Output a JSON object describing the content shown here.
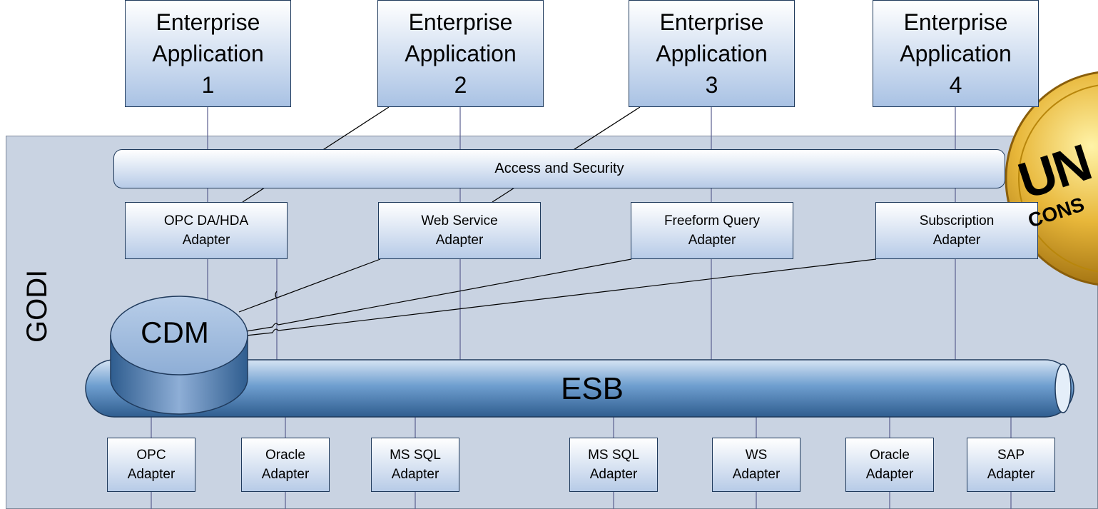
{
  "godi_label": "GODI",
  "enterprise_apps": [
    {
      "label": "Enterprise\nApplication\n1"
    },
    {
      "label": "Enterprise\nApplication\n2"
    },
    {
      "label": "Enterprise\nApplication\n3"
    },
    {
      "label": "Enterprise\nApplication\n4"
    }
  ],
  "access_security_label": "Access and Security",
  "top_adapters": [
    {
      "label": "OPC DA/HDA\nAdapter"
    },
    {
      "label": "Web Service\nAdapter"
    },
    {
      "label": "Freeform Query\nAdapter"
    },
    {
      "label": "Subscription\nAdapter"
    }
  ],
  "cdm_label": "CDM",
  "esb_label": "ESB",
  "bottom_adapters": [
    {
      "label": "OPC\nAdapter"
    },
    {
      "label": "Oracle\nAdapter"
    },
    {
      "label": "MS SQL\nAdapter"
    },
    {
      "label": "MS SQL\nAdapter"
    },
    {
      "label": "WS\nAdapter"
    },
    {
      "label": "Oracle\nAdapter"
    },
    {
      "label": "SAP\nAdapter"
    }
  ],
  "badge_text": "UN",
  "badge_subtext": "CONS",
  "colors": {
    "panel": "#c9d3e2",
    "box_fill_top": "#ffffff",
    "box_fill_bottom": "#b7cbe7",
    "esb_fill": "#5b8fc4",
    "badge_gold": "#d9a21b"
  }
}
